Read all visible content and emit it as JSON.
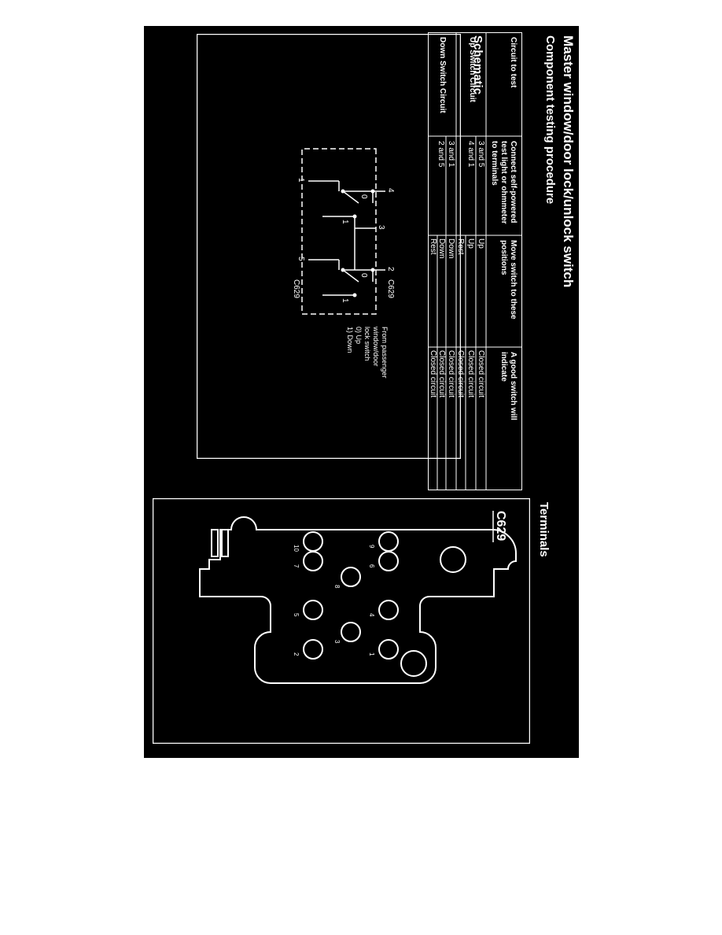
{
  "page": {
    "title": "Master window/door lock/unlock switch",
    "testing_heading": "Component testing procedure",
    "schematic_heading": "Schematic",
    "terminals_heading": "Terminals"
  },
  "table": {
    "headers": [
      "Circuit to test",
      "Connect self-powered test light or ohmmeter to terminals",
      "Move switch to these positions",
      "A good switch will indicate"
    ],
    "groups": [
      {
        "circuit": "Up Switch Circuit",
        "rows": [
          {
            "terminals": "3 and 5",
            "positions": [
              "Up"
            ],
            "result": "Closed circuit"
          },
          {
            "terminals": "4 and 1",
            "positions": [
              "Up",
              "Rest"
            ],
            "result": "Closed circuit"
          }
        ]
      },
      {
        "circuit": "Down Switch Circuit",
        "rows": [
          {
            "terminals": "3 and 1",
            "positions": [
              "Down"
            ],
            "result": "Closed circuit"
          },
          {
            "terminals": "2 and 5",
            "positions": [
              "Down",
              "Rest"
            ],
            "result": "Closed circuit"
          }
        ]
      }
    ],
    "results": [
      "Closed circuit",
      "Closed circuit",
      "Closed circuit",
      "Closed circuit",
      "Closed circuit",
      "Closed circuit"
    ]
  },
  "schematic": {
    "terminal_labels": [
      "4",
      "3",
      "2",
      "1",
      "5"
    ],
    "connector_label": "C629",
    "connector_label_bottom": "C629",
    "switch_position_labels": [
      "0",
      "1",
      "0",
      "1"
    ],
    "legend": [
      "From passenger",
      "window/door",
      "lock switch",
      "0) Up",
      "1) Down"
    ]
  },
  "terminals": {
    "connector": "C629",
    "pins": [
      "1",
      "2",
      "3",
      "4",
      "5",
      "6",
      "7",
      "8",
      "9",
      "10"
    ]
  },
  "colors": {
    "background": "#000000",
    "foreground": "#ffffff"
  }
}
